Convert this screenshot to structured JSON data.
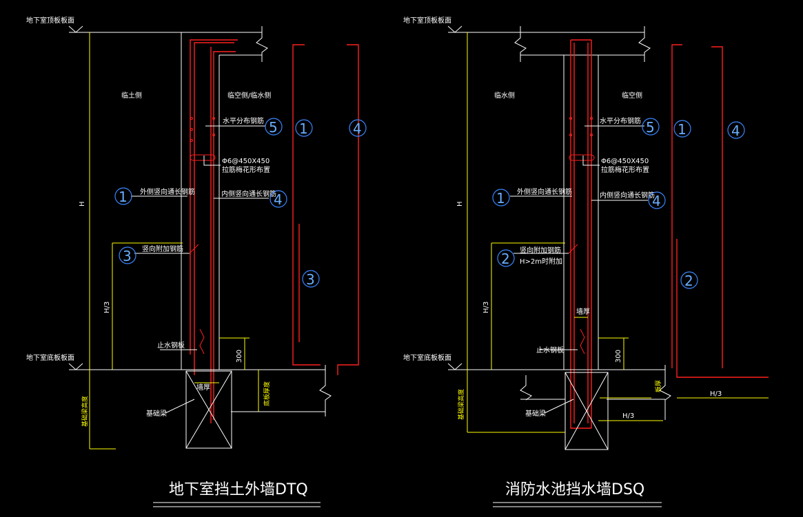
{
  "left": {
    "title": "地下室挡土外墙DTQ",
    "top_slab": "地下室顶板板面",
    "bottom_slab": "地下室底板板面",
    "side_left": "临土侧",
    "side_right": "临空侧/临水侧",
    "horiz_bar": "水平分布钢筋",
    "tie": "Φ6@450X450",
    "tie_note": "拉筋梅花形布置",
    "outer_bar": "外侧竖向通长钢筋",
    "inner_bar": "内侧竖向通长钢筋",
    "add_bar": "竖向附加钢筋",
    "dim_h": "H",
    "dim_h3": "H/3",
    "dim_300": "300",
    "waterstop": "止水钢板",
    "wall_thk": "墙厚",
    "found_beam": "基础梁",
    "slab_thk": "底板厚度",
    "pile_len": "基础梁高度",
    "c1": "1",
    "c3": "3",
    "c4": "4",
    "c5": "5"
  },
  "right": {
    "title": "消防水池挡水墙DSQ",
    "top_slab": "地下室顶板板面",
    "bottom_slab": "地下室底板板面",
    "side_left": "临水侧",
    "side_right": "临空侧",
    "horiz_bar": "水平分布钢筋",
    "tie": "Φ6@450X450",
    "tie_note": "拉筋梅花形布置",
    "outer_bar": "外侧竖向通长钢筋",
    "inner_bar": "内侧竖向通长钢筋",
    "add_bar": "竖向附加钢筋",
    "add_bar_note": "H>2m时附加",
    "dim_h": "H",
    "dim_h3": "H/3",
    "dim_h3b": "H/3",
    "dim_h3c": "H/3",
    "dim_300": "300",
    "waterstop": "止水钢板",
    "wall_thk": "墙厚",
    "found_beam": "基础梁",
    "slab_thk": "板厚",
    "pile_len": "基础梁高度",
    "c1": "1",
    "c2": "2",
    "c4": "4",
    "c5": "5"
  },
  "colors": {
    "red": "#ff2020",
    "yellow": "#ffff00",
    "white": "#ffffff",
    "blue": "#3a86ff"
  }
}
